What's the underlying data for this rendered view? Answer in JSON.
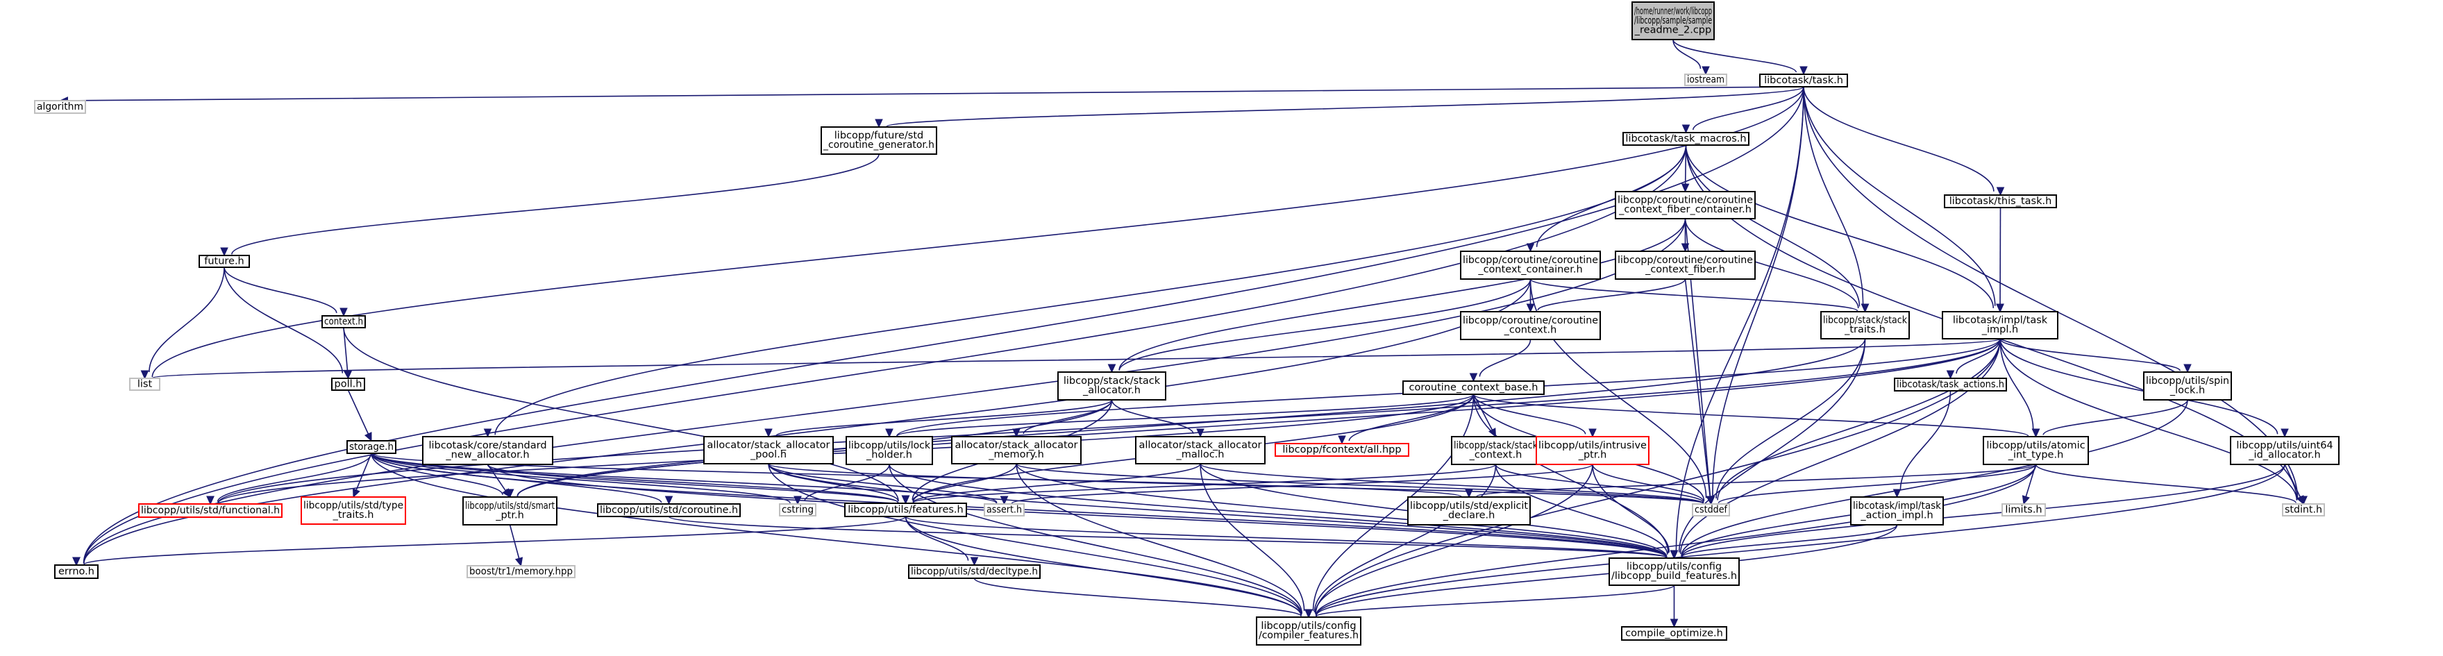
{
  "graph": {
    "nodes": [
      {
        "id": "root",
        "lines": [
          "/home/runner/work/libcopp",
          "/libcopp/sample/sample",
          "_readme_2.cpp"
        ],
        "kind": "root"
      },
      {
        "id": "iostream",
        "lines": [
          "iostream"
        ],
        "kind": "sys"
      },
      {
        "id": "task",
        "lines": [
          "libcotask/task.h"
        ],
        "kind": "normal"
      },
      {
        "id": "algorithm",
        "lines": [
          "algorithm"
        ],
        "kind": "sys"
      },
      {
        "id": "coro_gen",
        "lines": [
          "libcopp/future/std",
          "_coroutine_generator.h"
        ],
        "kind": "normal"
      },
      {
        "id": "task_macros",
        "lines": [
          "libcotask/task_macros.h"
        ],
        "kind": "normal"
      },
      {
        "id": "this_task",
        "lines": [
          "libcotask/this_task.h"
        ],
        "kind": "normal"
      },
      {
        "id": "ccfc",
        "lines": [
          "libcopp/coroutine/coroutine",
          "_context_fiber_container.h"
        ],
        "kind": "normal"
      },
      {
        "id": "future",
        "lines": [
          "future.h"
        ],
        "kind": "normal"
      },
      {
        "id": "ccc",
        "lines": [
          "libcopp/coroutine/coroutine",
          "_context_container.h"
        ],
        "kind": "normal"
      },
      {
        "id": "ccf",
        "lines": [
          "libcopp/coroutine/coroutine",
          "_context_fiber.h"
        ],
        "kind": "normal"
      },
      {
        "id": "context",
        "lines": [
          "context.h"
        ],
        "kind": "normal"
      },
      {
        "id": "stack_traits",
        "lines": [
          "libcopp/stack/stack",
          "_traits.h"
        ],
        "kind": "normal"
      },
      {
        "id": "task_impl",
        "lines": [
          "libcotask/impl/task",
          "_impl.h"
        ],
        "kind": "normal"
      },
      {
        "id": "coctx",
        "lines": [
          "libcopp/coroutine/coroutine",
          "_context.h"
        ],
        "kind": "normal"
      },
      {
        "id": "list",
        "lines": [
          "list"
        ],
        "kind": "sys"
      },
      {
        "id": "poll",
        "lines": [
          "poll.h"
        ],
        "kind": "normal"
      },
      {
        "id": "stack_alloc",
        "lines": [
          "libcopp/stack/stack",
          "_allocator.h"
        ],
        "kind": "normal"
      },
      {
        "id": "ctx_base",
        "lines": [
          "coroutine_context_base.h"
        ],
        "kind": "normal"
      },
      {
        "id": "task_actions",
        "lines": [
          "libcotask/task_actions.h"
        ],
        "kind": "normal"
      },
      {
        "id": "spin_lock",
        "lines": [
          "libcopp/utils/spin",
          "_lock.h"
        ],
        "kind": "normal"
      },
      {
        "id": "storage",
        "lines": [
          "storage.h"
        ],
        "kind": "normal"
      },
      {
        "id": "new_alloc",
        "lines": [
          "libcotask/core/standard",
          "_new_allocator.h"
        ],
        "kind": "normal"
      },
      {
        "id": "sa_pool",
        "lines": [
          "allocator/stack_allocator",
          "_pool.h"
        ],
        "kind": "normal"
      },
      {
        "id": "lock_holder",
        "lines": [
          "libcopp/utils/lock",
          "_holder.h"
        ],
        "kind": "normal"
      },
      {
        "id": "sa_memory",
        "lines": [
          "allocator/stack_allocator",
          "_memory.h"
        ],
        "kind": "normal"
      },
      {
        "id": "sa_malloc",
        "lines": [
          "allocator/stack_allocator",
          "_malloc.h"
        ],
        "kind": "normal"
      },
      {
        "id": "fcontext",
        "lines": [
          "libcopp/fcontext/all.hpp"
        ],
        "kind": "err"
      },
      {
        "id": "stack_context",
        "lines": [
          "libcopp/stack/stack",
          "_context.h"
        ],
        "kind": "normal"
      },
      {
        "id": "intrusive",
        "lines": [
          "libcopp/utils/intrusive",
          "_ptr.h"
        ],
        "kind": "err"
      },
      {
        "id": "atomic_int",
        "lines": [
          "libcopp/utils/atomic",
          "_int_type.h"
        ],
        "kind": "normal"
      },
      {
        "id": "uint64",
        "lines": [
          "libcopp/utils/uint64",
          "_id_allocator.h"
        ],
        "kind": "normal"
      },
      {
        "id": "functional",
        "lines": [
          "libcopp/utils/std/functional.h"
        ],
        "kind": "err"
      },
      {
        "id": "type_traits",
        "lines": [
          "libcopp/utils/std/type",
          "_traits.h"
        ],
        "kind": "err"
      },
      {
        "id": "smart_ptr",
        "lines": [
          "libcopp/utils/std/smart",
          "_ptr.h"
        ],
        "kind": "normal"
      },
      {
        "id": "coroutine_h",
        "lines": [
          "libcopp/utils/std/coroutine.h"
        ],
        "kind": "normal"
      },
      {
        "id": "cstring",
        "lines": [
          "cstring"
        ],
        "kind": "sys"
      },
      {
        "id": "features",
        "lines": [
          "libcopp/utils/features.h"
        ],
        "kind": "normal"
      },
      {
        "id": "assert",
        "lines": [
          "assert.h"
        ],
        "kind": "sys"
      },
      {
        "id": "explicit",
        "lines": [
          "libcopp/utils/std/explicit",
          "_declare.h"
        ],
        "kind": "normal"
      },
      {
        "id": "cstddef",
        "lines": [
          "cstddef"
        ],
        "kind": "sys"
      },
      {
        "id": "action_impl",
        "lines": [
          "libcotask/impl/task",
          "_action_impl.h"
        ],
        "kind": "normal"
      },
      {
        "id": "limits",
        "lines": [
          "limits.h"
        ],
        "kind": "sys"
      },
      {
        "id": "stdint",
        "lines": [
          "stdint.h"
        ],
        "kind": "sys"
      },
      {
        "id": "errno",
        "lines": [
          "errno.h"
        ],
        "kind": "normal"
      },
      {
        "id": "boost_mem",
        "lines": [
          "boost/tr1/memory.hpp"
        ],
        "kind": "sys"
      },
      {
        "id": "decltype",
        "lines": [
          "libcopp/utils/std/decltype.h"
        ],
        "kind": "normal"
      },
      {
        "id": "build_features",
        "lines": [
          "libcopp/utils/config",
          "/libcopp_build_features.h"
        ],
        "kind": "normal"
      },
      {
        "id": "compile_optimize",
        "lines": [
          "compile_optimize.h"
        ],
        "kind": "normal"
      },
      {
        "id": "compiler_features",
        "lines": [
          "libcopp/utils/config",
          "/compiler_features.h"
        ],
        "kind": "normal"
      }
    ],
    "edges": [
      [
        "root",
        "iostream"
      ],
      [
        "root",
        "task"
      ],
      [
        "task",
        "algorithm"
      ],
      [
        "task",
        "coro_gen"
      ],
      [
        "task",
        "task_macros"
      ],
      [
        "task",
        "this_task"
      ],
      [
        "task",
        "list"
      ],
      [
        "task",
        "errno"
      ],
      [
        "task",
        "stdint"
      ],
      [
        "task",
        "cstddef"
      ],
      [
        "task",
        "stack_traits"
      ],
      [
        "task",
        "task_impl"
      ],
      [
        "task",
        "build_features"
      ],
      [
        "coro_gen",
        "future"
      ],
      [
        "task_macros",
        "ccfc"
      ],
      [
        "task_macros",
        "ccc"
      ],
      [
        "task_macros",
        "new_alloc"
      ],
      [
        "task_macros",
        "errno"
      ],
      [
        "task_macros",
        "stdint"
      ],
      [
        "task_macros",
        "task_impl"
      ],
      [
        "task_macros",
        "stack_traits"
      ],
      [
        "this_task",
        "task_impl"
      ],
      [
        "ccfc",
        "ccf"
      ],
      [
        "ccfc",
        "stack_alloc"
      ],
      [
        "ccfc",
        "stack_traits"
      ],
      [
        "ccfc",
        "cstddef"
      ],
      [
        "ccfc",
        "errno"
      ],
      [
        "future",
        "context"
      ],
      [
        "future",
        "poll"
      ],
      [
        "future",
        "list"
      ],
      [
        "ccc",
        "coctx"
      ],
      [
        "ccc",
        "stack_alloc"
      ],
      [
        "ccc",
        "stack_traits"
      ],
      [
        "ccc",
        "errno"
      ],
      [
        "ccc",
        "cstddef"
      ],
      [
        "ccf",
        "coctx"
      ],
      [
        "ccf",
        "cstddef"
      ],
      [
        "context",
        "poll"
      ],
      [
        "context",
        "features"
      ],
      [
        "stack_traits",
        "cstddef"
      ],
      [
        "stack_traits",
        "build_features"
      ],
      [
        "stack_traits",
        "smart_ptr"
      ],
      [
        "task_impl",
        "list"
      ],
      [
        "task_impl",
        "task_actions"
      ],
      [
        "task_impl",
        "spin_lock"
      ],
      [
        "task_impl",
        "atomic_int"
      ],
      [
        "task_impl",
        "uint64"
      ],
      [
        "task_impl",
        "stdint"
      ],
      [
        "task_impl",
        "cstddef"
      ],
      [
        "task_impl",
        "compiler_features"
      ],
      [
        "task_impl",
        "build_features"
      ],
      [
        "task_impl",
        "smart_ptr"
      ],
      [
        "task_impl",
        "lock_holder"
      ],
      [
        "task_impl",
        "functional"
      ],
      [
        "coctx",
        "ctx_base"
      ],
      [
        "poll",
        "storage"
      ],
      [
        "stack_alloc",
        "sa_pool"
      ],
      [
        "stack_alloc",
        "sa_memory"
      ],
      [
        "stack_alloc",
        "sa_malloc"
      ],
      [
        "stack_alloc",
        "features"
      ],
      [
        "stack_alloc",
        "smart_ptr"
      ],
      [
        "ctx_base",
        "fcontext"
      ],
      [
        "ctx_base",
        "stack_context"
      ],
      [
        "ctx_base",
        "intrusive"
      ],
      [
        "ctx_base",
        "atomic_int"
      ],
      [
        "ctx_base",
        "lock_holder"
      ],
      [
        "ctx_base",
        "cstddef"
      ],
      [
        "ctx_base",
        "build_features"
      ],
      [
        "ctx_base",
        "compiler_features"
      ],
      [
        "ctx_base",
        "features"
      ],
      [
        "ctx_base",
        "functional"
      ],
      [
        "task_actions",
        "action_impl"
      ],
      [
        "spin_lock",
        "atomic_int"
      ],
      [
        "spin_lock",
        "build_features"
      ],
      [
        "storage",
        "functional"
      ],
      [
        "storage",
        "type_traits"
      ],
      [
        "storage",
        "smart_ptr"
      ],
      [
        "storage",
        "coroutine_h"
      ],
      [
        "storage",
        "cstring"
      ],
      [
        "storage",
        "features"
      ],
      [
        "storage",
        "assert"
      ],
      [
        "storage",
        "explicit"
      ],
      [
        "storage",
        "build_features"
      ],
      [
        "storage",
        "compiler_features"
      ],
      [
        "new_alloc",
        "smart_ptr"
      ],
      [
        "new_alloc",
        "features"
      ],
      [
        "new_alloc",
        "build_features"
      ],
      [
        "sa_pool",
        "features"
      ],
      [
        "sa_pool",
        "cstddef"
      ],
      [
        "sa_pool",
        "build_features"
      ],
      [
        "sa_pool",
        "compiler_features"
      ],
      [
        "sa_pool",
        "assert"
      ],
      [
        "lock_holder",
        "cstring"
      ],
      [
        "lock_holder",
        "build_features"
      ],
      [
        "lock_holder",
        "compiler_features"
      ],
      [
        "sa_memory",
        "features"
      ],
      [
        "sa_memory",
        "cstddef"
      ],
      [
        "sa_memory",
        "build_features"
      ],
      [
        "sa_memory",
        "compiler_features"
      ],
      [
        "sa_malloc",
        "features"
      ],
      [
        "sa_malloc",
        "cstddef"
      ],
      [
        "sa_malloc",
        "build_features"
      ],
      [
        "sa_malloc",
        "compiler_features"
      ],
      [
        "stack_context",
        "cstddef"
      ],
      [
        "stack_context",
        "build_features"
      ],
      [
        "stack_context",
        "compiler_features"
      ],
      [
        "stack_context",
        "features"
      ],
      [
        "intrusive",
        "assert"
      ],
      [
        "intrusive",
        "cstddef"
      ],
      [
        "intrusive",
        "build_features"
      ],
      [
        "intrusive",
        "compiler_features"
      ],
      [
        "atomic_int",
        "limits"
      ],
      [
        "atomic_int",
        "stdint"
      ],
      [
        "atomic_int",
        "cstddef"
      ],
      [
        "atomic_int",
        "explicit"
      ],
      [
        "atomic_int",
        "build_features"
      ],
      [
        "atomic_int",
        "compiler_features"
      ],
      [
        "uint64",
        "stdint"
      ],
      [
        "uint64",
        "build_features"
      ],
      [
        "uint64",
        "compiler_features"
      ],
      [
        "smart_ptr",
        "boost_mem"
      ],
      [
        "coroutine_h",
        "build_features"
      ],
      [
        "features",
        "errno"
      ],
      [
        "features",
        "decltype"
      ],
      [
        "features",
        "build_features"
      ],
      [
        "features",
        "compiler_features"
      ],
      [
        "action_impl",
        "build_features"
      ],
      [
        "action_impl",
        "compiler_features"
      ],
      [
        "decltype",
        "compiler_features"
      ],
      [
        "build_features",
        "compile_optimize"
      ],
      [
        "build_features",
        "compiler_features"
      ]
    ]
  }
}
